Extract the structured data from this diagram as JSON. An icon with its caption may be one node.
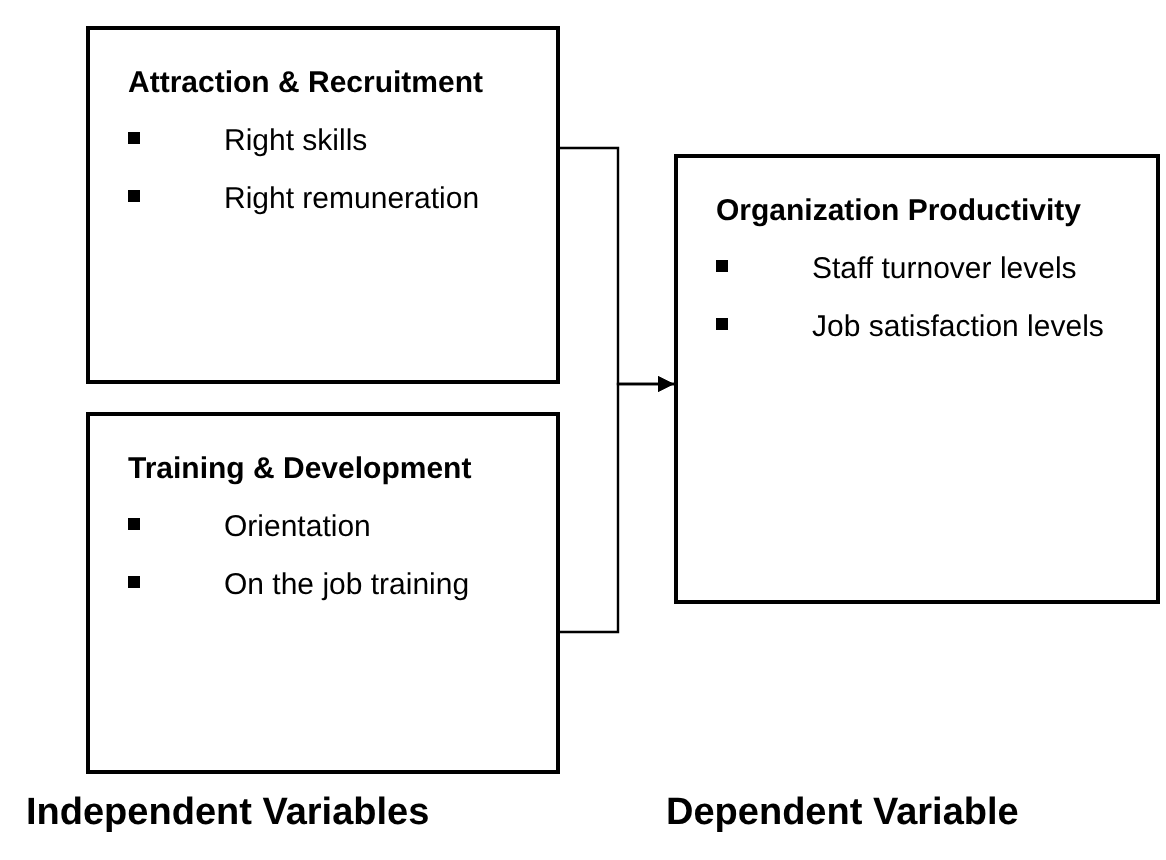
{
  "diagram": {
    "nodes": [
      {
        "text": [
          "Attraction & Recruitment",
          "Right skills",
          "Right remuneration"
        ]
      },
      {
        "text": [
          "Training & Development",
          "Orientation",
          "On the job training"
        ]
      },
      {
        "text": [
          "Organization Productivity",
          "Staff turnover levels",
          "Job satisfaction levels"
        ]
      }
    ],
    "edges": [
      {
        "from": 0,
        "to": 2,
        "arrow": "to"
      },
      {
        "from": 1,
        "to": 2,
        "arrow": "to"
      }
    ],
    "labels": [
      "Independent Variables",
      "Dependent Variable"
    ]
  }
}
